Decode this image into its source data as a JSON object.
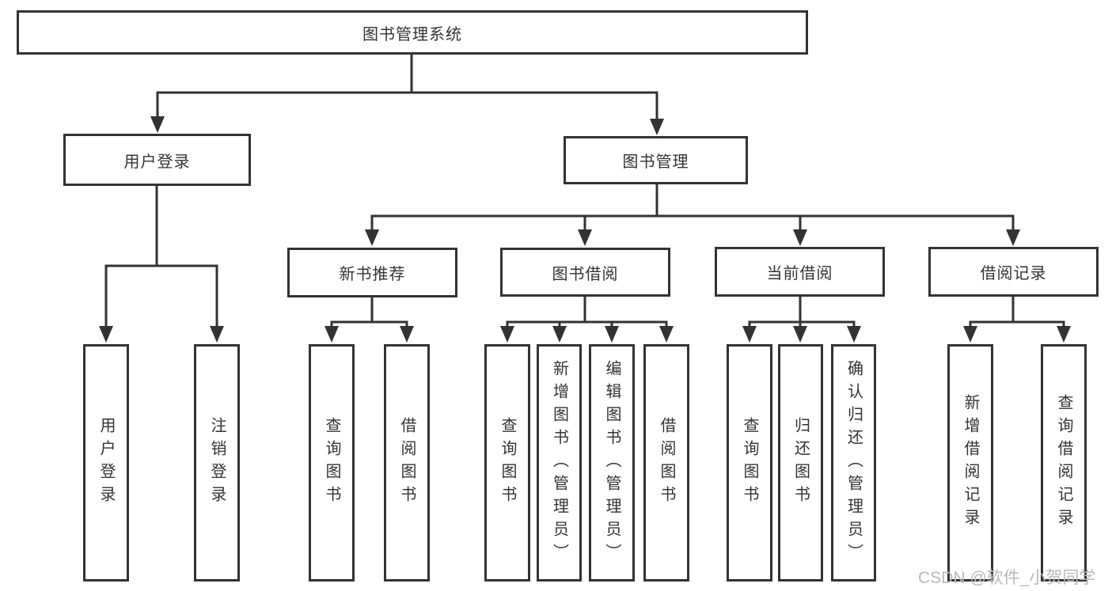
{
  "diagram_title": "图书管理系统",
  "nodes": {
    "root": {
      "label": "图书管理系统"
    },
    "user_login_group": {
      "label": "用户登录"
    },
    "book_mgmt": {
      "label": "图书管理"
    },
    "new_book_rec": {
      "label": "新书推荐"
    },
    "book_borrow": {
      "label": "图书借阅"
    },
    "current_borrow": {
      "label": "当前借阅"
    },
    "borrow_records": {
      "label": "借阅记录"
    },
    "leaf_user_login": {
      "label": "用户登录"
    },
    "leaf_logout": {
      "label": "注销登录"
    },
    "leaf_nbr_query": {
      "label": "查询图书"
    },
    "leaf_nbr_borrow": {
      "label": "借阅图书"
    },
    "leaf_bb_query": {
      "label": "查询图书"
    },
    "leaf_bb_add": {
      "label": "新增图书（管理员）"
    },
    "leaf_bb_edit": {
      "label": "编辑图书（管理员）"
    },
    "leaf_bb_borrow": {
      "label": "借阅图书"
    },
    "leaf_cb_query": {
      "label": "查询图书"
    },
    "leaf_cb_return": {
      "label": "归还图书"
    },
    "leaf_cb_confirm": {
      "label": "确认归还（管理员）"
    },
    "leaf_br_add": {
      "label": "新增借阅记录"
    },
    "leaf_br_query": {
      "label": "查询借阅记录"
    }
  },
  "hierarchy": {
    "图书管理系统": {
      "用户登录": [
        "用户登录",
        "注销登录"
      ],
      "图书管理": {
        "新书推荐": [
          "查询图书",
          "借阅图书"
        ],
        "图书借阅": [
          "查询图书",
          "新增图书（管理员）",
          "编辑图书（管理员）",
          "借阅图书"
        ],
        "当前借阅": [
          "查询图书",
          "归还图书",
          "确认归还（管理员）"
        ],
        "借阅记录": [
          "新增借阅记录",
          "查询借阅记录"
        ]
      }
    }
  },
  "watermark": "CSDN @软件_小贺同学",
  "colors": {
    "line": "#333333",
    "box_border": "#333333",
    "box_fill": "#ffffff",
    "text": "#333333",
    "watermark": "#b9b9b9",
    "background": "#ffffff"
  }
}
